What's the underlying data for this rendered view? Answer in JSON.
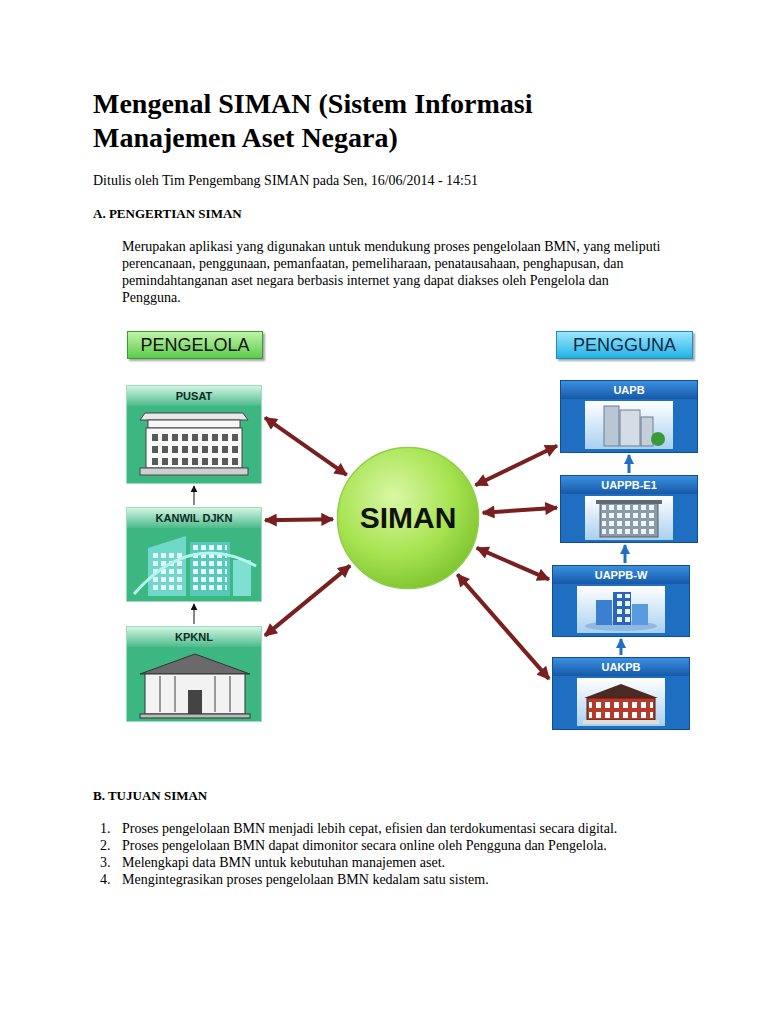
{
  "diagram": {
    "title": "Mengenal SIMAN (Sistem Informasi Manajemen Aset Negara)",
    "nodes": [
      {
        "text": [
          "PENGELOLA"
        ]
      },
      {
        "text": [
          "PENGGUNA"
        ]
      },
      {
        "text": [
          "PUSAT"
        ]
      },
      {
        "text": [
          "KANWIL DJKN"
        ]
      },
      {
        "text": [
          "KPKNL"
        ]
      },
      {
        "text": [
          "SIMAN"
        ]
      },
      {
        "text": [
          "UAPB"
        ]
      },
      {
        "text": [
          "UAPPB-E1"
        ]
      },
      {
        "text": [
          "UAPPB-W"
        ]
      },
      {
        "text": [
          "UAKPB"
        ]
      }
    ],
    "edges": [
      {
        "from": 2,
        "to": 5,
        "arrow": "both"
      },
      {
        "from": 3,
        "to": 5,
        "arrow": "both"
      },
      {
        "from": 4,
        "to": 5,
        "arrow": "both"
      },
      {
        "from": 6,
        "to": 5,
        "arrow": "both"
      },
      {
        "from": 7,
        "to": 5,
        "arrow": "both"
      },
      {
        "from": 8,
        "to": 5,
        "arrow": "both"
      },
      {
        "from": 9,
        "to": 5,
        "arrow": "both"
      },
      {
        "from": 3,
        "to": 2,
        "arrow": "to"
      },
      {
        "from": 4,
        "to": 3,
        "arrow": "to"
      },
      {
        "from": 7,
        "to": 6,
        "arrow": "to"
      },
      {
        "from": 8,
        "to": 7,
        "arrow": "to"
      },
      {
        "from": 9,
        "to": 8,
        "arrow": "to"
      }
    ],
    "labels": [
      "Ditulis oleh Tim Pengembang SIMAN pada Sen, 16/06/2014 - 14:51",
      "A. PENGERTIAN SIMAN",
      "Merupakan aplikasi yang digunakan untuk mendukung proses pengelolaan BMN, yang meliputi perencanaan, penggunaan, pemanfaatan, pemeliharaan, penatausahaan, penghapusan, dan pemindahtanganan aset negara berbasis internet yang dapat diakses oleh Pengelola dan Pengguna.",
      "B. TUJUAN SIMAN",
      "1.",
      "Proses pengelolaan BMN menjadi lebih cepat, efisien dan terdokumentasi secara digital.",
      "2.",
      "Proses pengelolaan BMN dapat dimonitor secara online oleh Pengguna dan Pengelola.",
      "3.",
      "Melengkapi data BMN untuk kebutuhan manajemen aset.",
      "4.",
      "Mengintegrasikan proses pengelolaan BMN kedalam satu sistem."
    ]
  }
}
